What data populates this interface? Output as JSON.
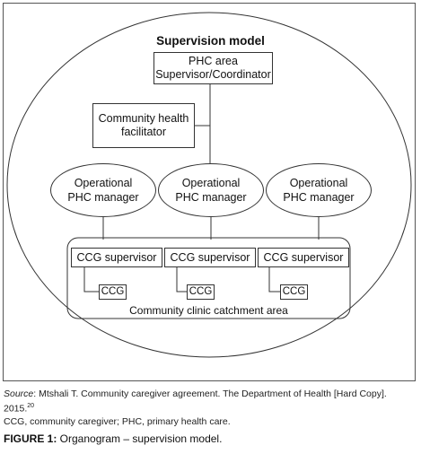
{
  "diagram": {
    "title": "Supervision model",
    "phc_area": [
      "PHC area",
      "Supervisor/Coordinator"
    ],
    "facilitator": [
      "Community health",
      "facilitator"
    ],
    "managers": [
      {
        "line1": "Operational",
        "line2": "PHC manager"
      },
      {
        "line1": "Operational",
        "line2": "PHC manager"
      },
      {
        "line1": "Operational",
        "line2": "PHC manager"
      }
    ],
    "supervisors": [
      "CCG supervisor",
      "CCG supervisor",
      "CCG supervisor"
    ],
    "ccgs": [
      "CCG",
      "CCG",
      "CCG"
    ],
    "catchment_label": "Community clinic catchment area"
  },
  "caption": {
    "source_label": "Source",
    "source_text": ": Mtshali T. Community caregiver agreement. The Department of Health [Hard Copy]. 2015.",
    "source_ref": "20",
    "abbreviations": "CCG, community caregiver; PHC, primary health care.",
    "figure_label": "FIGURE 1:",
    "figure_title": " Organogram – supervision model."
  }
}
